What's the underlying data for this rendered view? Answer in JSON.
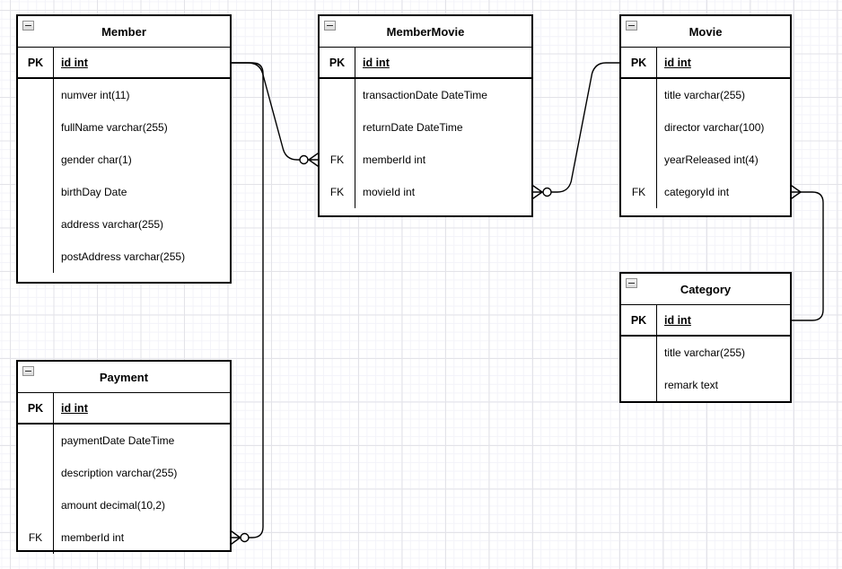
{
  "colors": {
    "stroke": "#000000",
    "table_background": "#ffffff",
    "grid_minor": "#f3f3f9",
    "grid_major": "#e3e3e8",
    "collapse_border": "#909090",
    "collapse_fill": "#e6e6e6"
  },
  "tables": [
    {
      "title": "Member",
      "pk_key": "PK",
      "pk_field": "id int",
      "rows": [
        {
          "key": "",
          "field": "numver int(11)"
        },
        {
          "key": "",
          "field": "fullName varchar(255)"
        },
        {
          "key": "",
          "field": "gender char(1)"
        },
        {
          "key": "",
          "field": "birthDay Date"
        },
        {
          "key": "",
          "field": "address varchar(255)"
        },
        {
          "key": "",
          "field": "postAddress varchar(255)"
        }
      ]
    },
    {
      "title": "MemberMovie",
      "pk_key": "PK",
      "pk_field": "id int",
      "rows": [
        {
          "key": "",
          "field": "transactionDate DateTime"
        },
        {
          "key": "",
          "field": "returnDate DateTime"
        },
        {
          "key": "FK",
          "field": "memberId int"
        },
        {
          "key": "FK",
          "field": "movieId int"
        }
      ]
    },
    {
      "title": "Movie",
      "pk_key": "PK",
      "pk_field": "id int",
      "rows": [
        {
          "key": "",
          "field": "title varchar(255)"
        },
        {
          "key": "",
          "field": "director varchar(100)"
        },
        {
          "key": "",
          "field": "yearReleased int(4)"
        },
        {
          "key": "FK",
          "field": "categoryId int"
        }
      ]
    },
    {
      "title": "Category",
      "pk_key": "PK",
      "pk_field": "id int",
      "rows": [
        {
          "key": "",
          "field": "title varchar(255)"
        },
        {
          "key": "",
          "field": "remark text"
        }
      ]
    },
    {
      "title": "Payment",
      "pk_key": "PK",
      "pk_field": "id int",
      "rows": [
        {
          "key": "",
          "field": "paymentDate DateTime"
        },
        {
          "key": "",
          "field": "description varchar(255)"
        },
        {
          "key": "",
          "field": "amount decimal(10,2)"
        },
        {
          "key": "FK",
          "field": "memberId int"
        }
      ]
    }
  ],
  "relationships": [
    {
      "from": "Member.id",
      "to": "MemberMovie.memberId",
      "from_end": "one",
      "to_end": "zero-or-many"
    },
    {
      "from": "Movie.id",
      "to": "MemberMovie.movieId",
      "from_end": "one",
      "to_end": "zero-or-many"
    },
    {
      "from": "Category.id",
      "to": "Movie.categoryId",
      "from_end": "one",
      "to_end": "many"
    },
    {
      "from": "Member.id",
      "to": "Payment.memberId",
      "from_end": "one",
      "to_end": "zero-or-many"
    }
  ]
}
